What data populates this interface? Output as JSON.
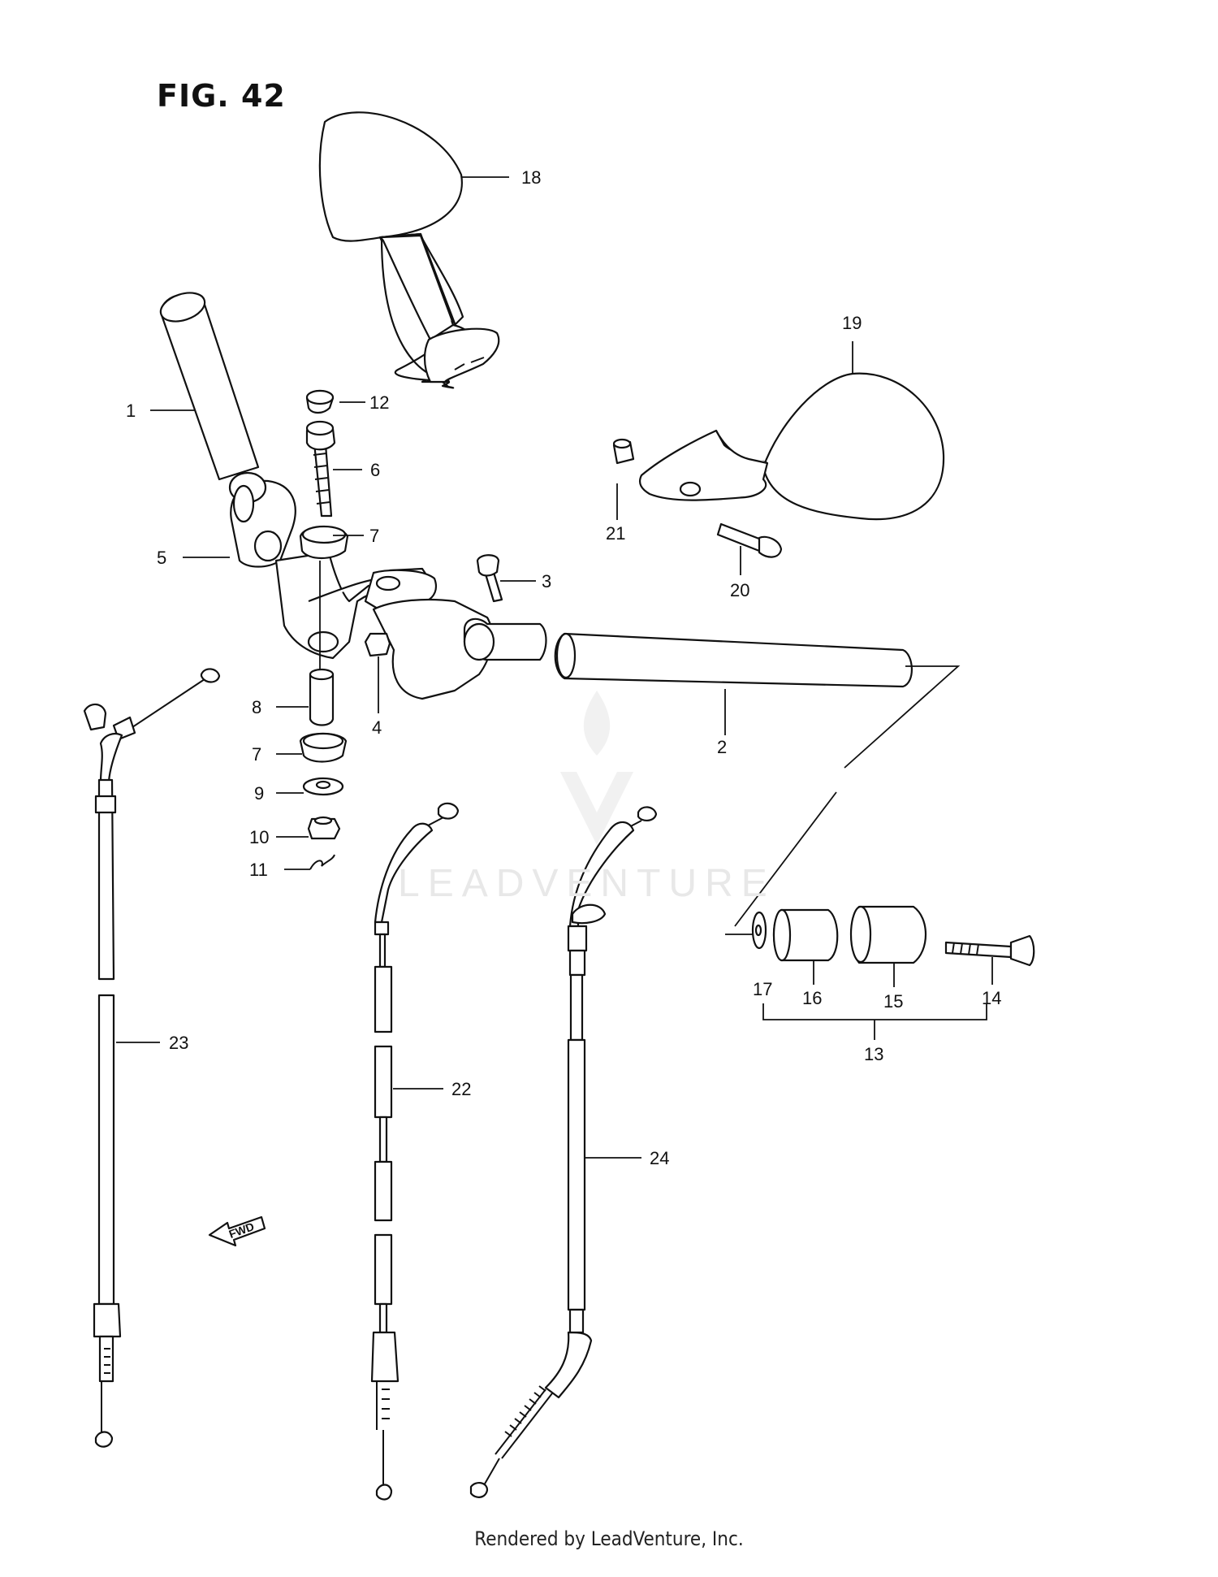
{
  "figure_title": "FIG. 42",
  "footer_credit": "Rendered by LeadVenture, Inc.",
  "watermark_text": "LEADVENTURE",
  "fwd_label": "FWD",
  "callouts": [
    "1",
    "2",
    "3",
    "4",
    "5",
    "6",
    "7",
    "7",
    "8",
    "9",
    "10",
    "11",
    "12",
    "13",
    "14",
    "15",
    "16",
    "17",
    "18",
    "19",
    "20",
    "21",
    "22",
    "23",
    "24"
  ],
  "colors": {
    "line": "#111111",
    "watermark": "#e8e8e8",
    "background": "#ffffff"
  }
}
